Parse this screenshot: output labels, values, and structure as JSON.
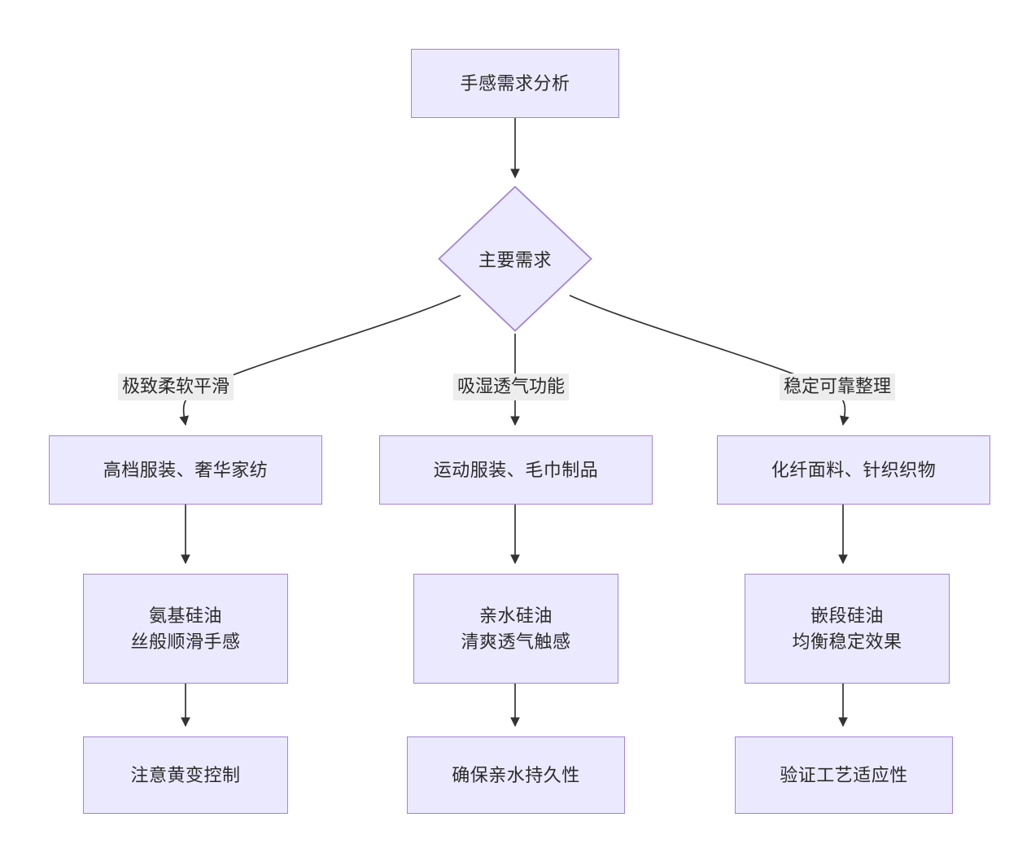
{
  "diagram": {
    "type": "flowchart",
    "direction": "top-down",
    "title_node": "手感需求分析",
    "theme": {
      "node_fill": "#ebe9fd",
      "node_border": "#a285d6",
      "node_text": "#2b2b2b",
      "edge_stroke": "#333333",
      "edge_label_bg": "#ededed",
      "background": "#ffffff"
    },
    "nodes": {
      "start": {
        "label": "手感需求分析",
        "shape": "rect"
      },
      "decision": {
        "label": "主要需求",
        "shape": "diamond"
      },
      "col1_app": {
        "label": "高档服装、奢华家纺",
        "shape": "rect"
      },
      "col1_product": {
        "label": "氨基硅油\n丝般顺滑手感",
        "shape": "rect"
      },
      "col1_note": {
        "label": "注意黄变控制",
        "shape": "rect"
      },
      "col2_app": {
        "label": "运动服装、毛巾制品",
        "shape": "rect"
      },
      "col2_product": {
        "label": "亲水硅油\n清爽透气触感",
        "shape": "rect"
      },
      "col2_note": {
        "label": "确保亲水持久性",
        "shape": "rect"
      },
      "col3_app": {
        "label": "化纤面料、针织织物",
        "shape": "rect"
      },
      "col3_product": {
        "label": "嵌段硅油\n均衡稳定效果",
        "shape": "rect"
      },
      "col3_note": {
        "label": "验证工艺适应性",
        "shape": "rect"
      }
    },
    "edge_labels": {
      "branch1": "极致柔软平滑",
      "branch2": "吸湿透气功能",
      "branch3": "稳定可靠整理"
    },
    "edges": [
      {
        "from": "start",
        "to": "decision",
        "label": ""
      },
      {
        "from": "decision",
        "to": "col1_app",
        "label": "极致柔软平滑"
      },
      {
        "from": "decision",
        "to": "col2_app",
        "label": "吸湿透气功能"
      },
      {
        "from": "decision",
        "to": "col3_app",
        "label": "稳定可靠整理"
      },
      {
        "from": "col1_app",
        "to": "col1_product",
        "label": ""
      },
      {
        "from": "col1_product",
        "to": "col1_note",
        "label": ""
      },
      {
        "from": "col2_app",
        "to": "col2_product",
        "label": ""
      },
      {
        "from": "col2_product",
        "to": "col2_note",
        "label": ""
      },
      {
        "from": "col3_app",
        "to": "col3_product",
        "label": ""
      },
      {
        "from": "col3_product",
        "to": "col3_note",
        "label": ""
      }
    ]
  }
}
